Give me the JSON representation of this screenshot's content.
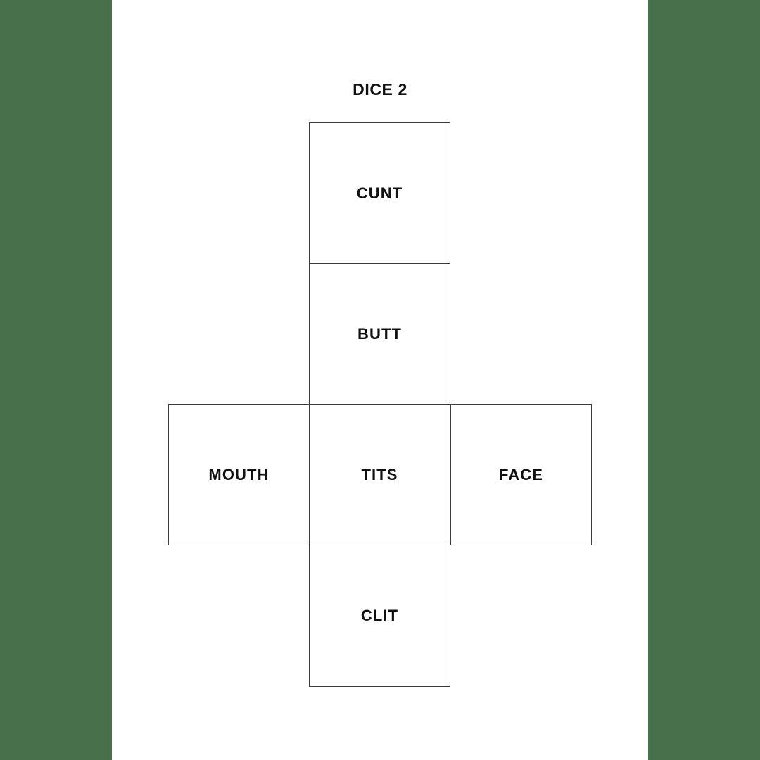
{
  "background": {
    "surround_color": "#47704b",
    "page_color": "#ffffff"
  },
  "sheet": {
    "title": "DICE 2"
  },
  "dice_net": {
    "border_color": "#3b3b3b",
    "text_color": "#111111",
    "faces": [
      {
        "position": "top",
        "label": "CUNT"
      },
      {
        "position": "upper-middle",
        "label": "BUTT"
      },
      {
        "position": "middle-left",
        "label": "MOUTH"
      },
      {
        "position": "middle-center",
        "label": "TITS"
      },
      {
        "position": "middle-right",
        "label": "FACE"
      },
      {
        "position": "bottom",
        "label": "CLIT"
      }
    ]
  }
}
